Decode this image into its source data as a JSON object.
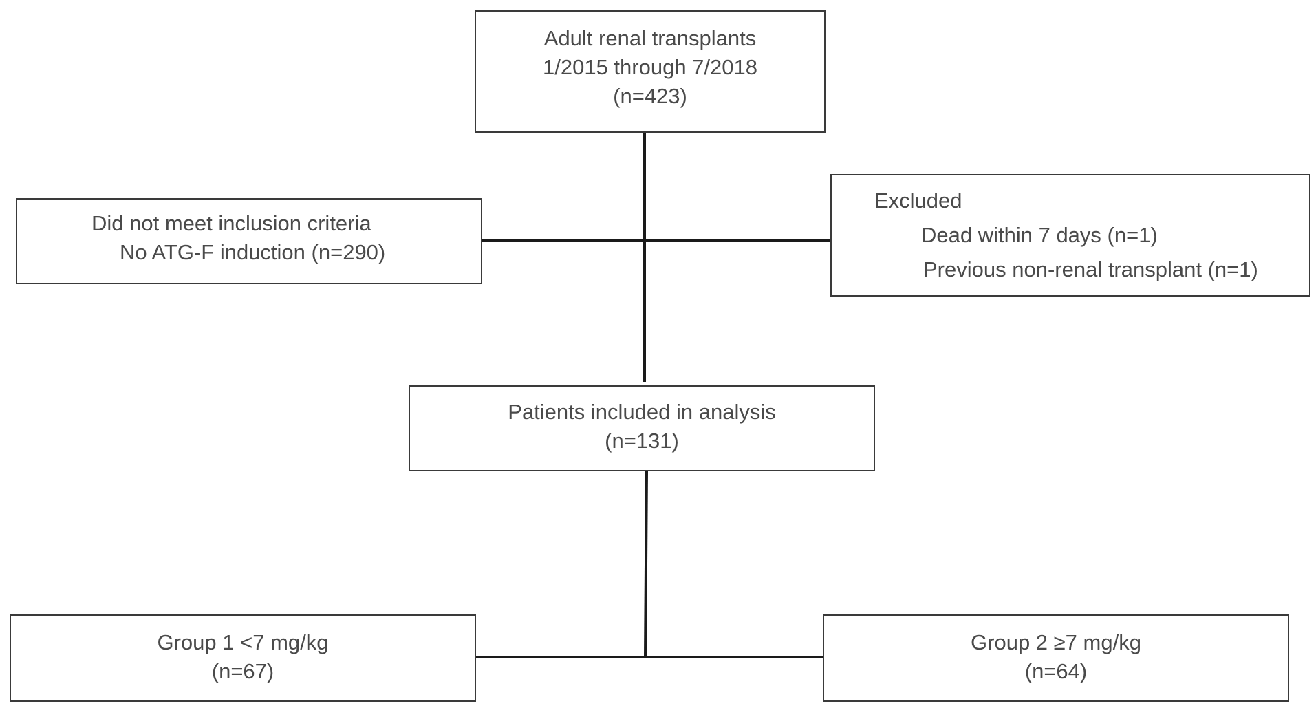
{
  "diagram": {
    "start": {
      "lines": [
        "Adult renal transplants",
        "1/2015 through 7/2018",
        "(n=423)"
      ]
    },
    "not_meet": {
      "lines": [
        "Did not meet inclusion criteria",
        "No ATG-F induction  (n=290)"
      ]
    },
    "excluded": {
      "title": "Excluded",
      "items": [
        "Dead within 7 days  (n=1)",
        "Previous non-renal transplant (n=1)"
      ]
    },
    "included": {
      "lines": [
        "Patients included in analysis",
        "(n=131)"
      ]
    },
    "group1": {
      "lines": [
        "Group 1 <7 mg/kg",
        "(n=67)"
      ]
    },
    "group2": {
      "lines": [
        "Group 2 ≥7 mg/kg",
        "(n=64)"
      ]
    },
    "colors": {
      "line": "#1a1a1a",
      "border": "#3a3a3a",
      "text": "#4a4a4a",
      "background": "#ffffff"
    }
  }
}
